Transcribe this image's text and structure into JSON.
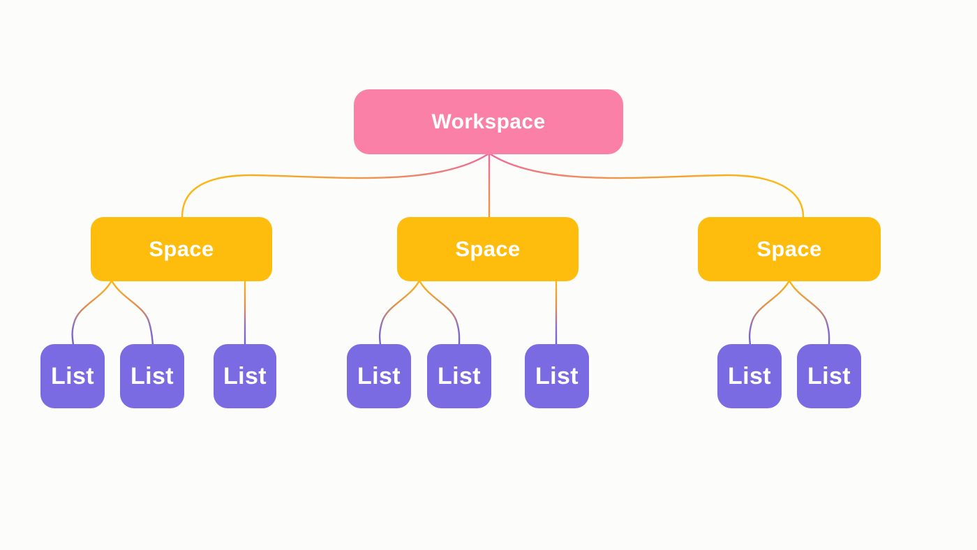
{
  "diagram": {
    "root": {
      "label": "Workspace",
      "level": "1"
    },
    "spaces": [
      {
        "label": "Space"
      },
      {
        "label": "Space"
      },
      {
        "label": "Space"
      }
    ],
    "lists": [
      {
        "label": "List"
      },
      {
        "label": "List"
      },
      {
        "label": "List"
      },
      {
        "label": "List"
      },
      {
        "label": "List"
      },
      {
        "label": "List"
      },
      {
        "label": "List"
      },
      {
        "label": "List"
      }
    ]
  },
  "colors": {
    "background": "#FCFCFA",
    "workspace_fill": "#FA80A7",
    "space_fill": "#FEBD0D",
    "list_fill": "#7A6BE2",
    "text": "#FFFFFF",
    "connector_pink": "#F1689A",
    "connector_orange": "#F09A3E",
    "connector_yellow": "#FBB713",
    "connector_purple": "#6F61DA"
  }
}
